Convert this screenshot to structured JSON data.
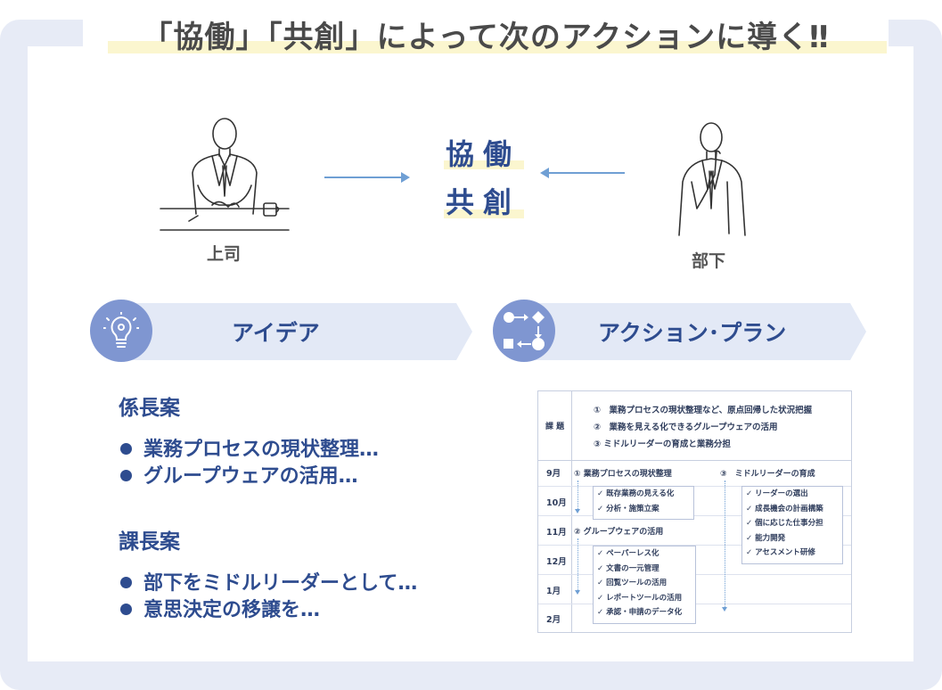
{
  "title": "「協働」「共創」によって次のアクションに導く‼",
  "diagram": {
    "left_person_label": "上司",
    "right_person_label": "部下",
    "keyword_1": "協働",
    "keyword_2": "共創"
  },
  "bands": {
    "idea": {
      "label": "アイデア",
      "icon": "lightbulb-icon"
    },
    "action": {
      "label": "アクション･プラン",
      "icon": "flowchart-icon"
    }
  },
  "ideas": {
    "section_1": {
      "heading": "係長案",
      "items": [
        "業務プロセスの現状整理…",
        "グループウェアの活用…"
      ]
    },
    "section_2": {
      "heading": "課長案",
      "items": [
        "部下をミドルリーダーとして…",
        "意思決定の移譲を…"
      ]
    }
  },
  "plan": {
    "issues_label": "課 題",
    "issues": [
      "①　業務プロセスの現状整理など、原点回帰した状況把握",
      "②　業務を見える化できるグループウェアの活用",
      "③  ミドルリーダーの育成と業務分担"
    ],
    "months": [
      "9月",
      "10月",
      "11月",
      "12月",
      "1月",
      "2月"
    ],
    "track_1": {
      "title": "① 業務プロセスの現状整理",
      "items": [
        "✓ 既存業務の見える化",
        "✓ 分析・施策立案"
      ]
    },
    "track_2": {
      "title": "② グループウェアの活用",
      "items": [
        "✓ ペーパーレス化",
        "✓ 文書の一元管理",
        "✓ 回覧ツールの活用",
        "✓ レポートツールの活用",
        "✓ 承認・申請のデータ化"
      ]
    },
    "track_3": {
      "title": "③　ミドルリーダーの育成",
      "items": [
        "✓ リーダーの選出",
        "✓ 成長機会の計画構築",
        "✓ 個に応じた仕事分担",
        "✓ 能力開発",
        "✓ アセスメント研修"
      ]
    }
  },
  "colors": {
    "navy": "#2e4c8f",
    "frame": "#e7ebf6",
    "band": "#e3e9f6",
    "icon_circle": "#7f96d1",
    "highlight": "#fbf6cf",
    "arrow": "#6f9fd4"
  }
}
